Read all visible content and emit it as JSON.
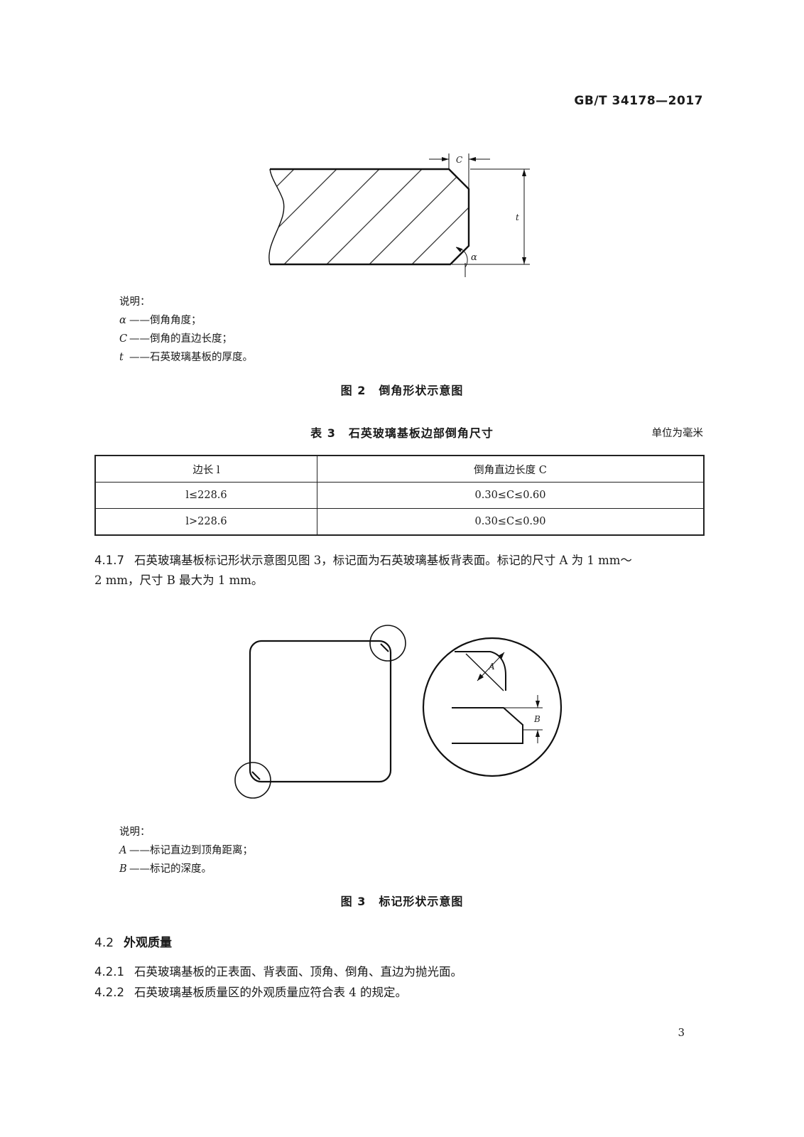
{
  "header": {
    "standard_number": "GB/T 34178—2017"
  },
  "figure2": {
    "labels": {
      "c": "C",
      "t": "t",
      "alpha": "α"
    },
    "legend_title": "说明：",
    "legend": [
      {
        "key": "α",
        "text": "——倒角角度；"
      },
      {
        "key": "C",
        "text": "——倒角的直边长度；"
      },
      {
        "key": "t",
        "text": "——石英玻璃基板的厚度。"
      }
    ],
    "caption_no": "图 2",
    "caption_title": "倒角形状示意图"
  },
  "table3": {
    "caption_no": "表 3",
    "caption_title": "石英玻璃基板边部倒角尺寸",
    "unit": "单位为毫米",
    "headers": [
      "边长 l",
      "倒角直边长度 C"
    ],
    "rows": [
      [
        "l≤228.6",
        "0.30≤C≤0.60"
      ],
      [
        "l>228.6",
        "0.30≤C≤0.90"
      ]
    ]
  },
  "para_4_1_7": {
    "number": "4.1.7",
    "line1": "石英玻璃基板标记形状示意图见图 3，标记面为石英玻璃基板背表面。标记的尺寸 A 为 1 mm～",
    "line2": "2 mm，尺寸 B 最大为 1 mm。"
  },
  "figure3": {
    "labels": {
      "a": "A",
      "b": "B"
    },
    "legend_title": "说明：",
    "legend": [
      {
        "key": "A",
        "text": "——标记直边到顶角距离；"
      },
      {
        "key": "B",
        "text": "——标记的深度。"
      }
    ],
    "caption_no": "图 3",
    "caption_title": "标记形状示意图"
  },
  "section_4_2": {
    "number": "4.2",
    "title": "外观质量"
  },
  "para_4_2_1": {
    "number": "4.2.1",
    "text": "石英玻璃基板的正表面、背表面、顶角、倒角、直边为抛光面。"
  },
  "para_4_2_2": {
    "number": "4.2.2",
    "text": "石英玻璃基板质量区的外观质量应符合表 4 的规定。"
  },
  "footer": {
    "page_number": "3"
  }
}
